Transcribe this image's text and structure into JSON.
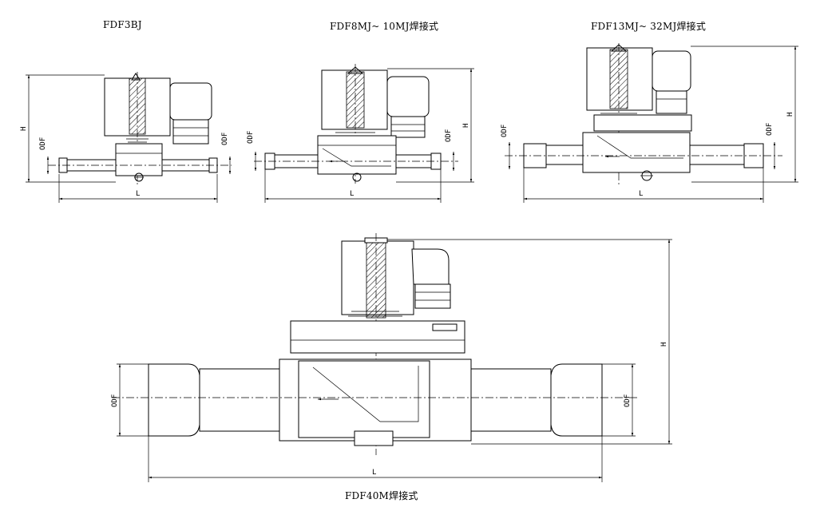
{
  "titles": {
    "fdf3bj": "FDF3BJ",
    "fdf8mj": "FDF8MJ~ 10MJ焊接式",
    "fdf13mj": "FDF13MJ~ 32MJ焊接式",
    "fdf40m": "FDF40M焊接式"
  },
  "dimension_labels": {
    "height": "H",
    "length": "L",
    "odf": "ODF"
  }
}
